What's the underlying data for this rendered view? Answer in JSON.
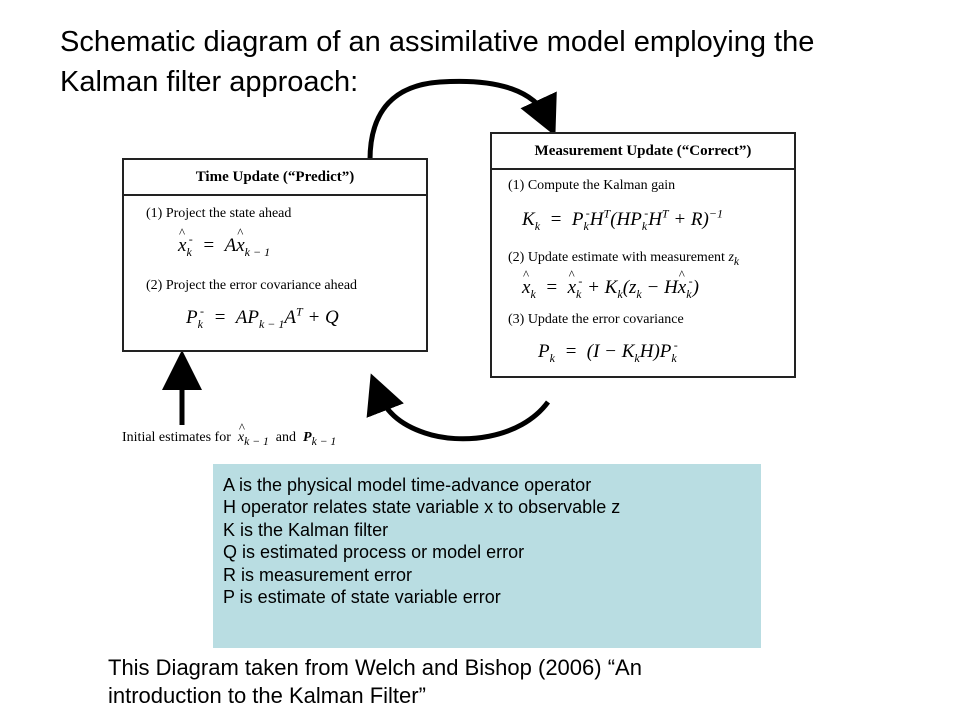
{
  "title": {
    "line1": "Schematic diagram of an assimilative model employing the",
    "line2": "Kalman filter approach:"
  },
  "time_update": {
    "header": "Time Update (“Predict”)",
    "step1": "(1) Project the state ahead",
    "step2": "(2) Project the error covariance ahead"
  },
  "measurement_update": {
    "header": "Measurement Update (“Correct”)",
    "step1": "(1) Compute the Kalman gain",
    "step2": "(2) Update estimate with measurement",
    "step3": "(3) Update the error covariance"
  },
  "initial": {
    "prefix": "Initial estimates for",
    "and": "and"
  },
  "legend": [
    "A is the physical  model time-advance operator",
    "H operator relates state variable x to observable z",
    "K is the Kalman filter",
    "Q is estimated process or model error",
    "R is measurement error",
    "P is estimate of state variable error"
  ],
  "caption": {
    "line1": "This Diagram taken from Welch and Bishop (2006) “An",
    "line2": "introduction to the Kalman Filter”"
  },
  "colors": {
    "legend_bg": "#b9dde2",
    "box_border": "#222222"
  }
}
